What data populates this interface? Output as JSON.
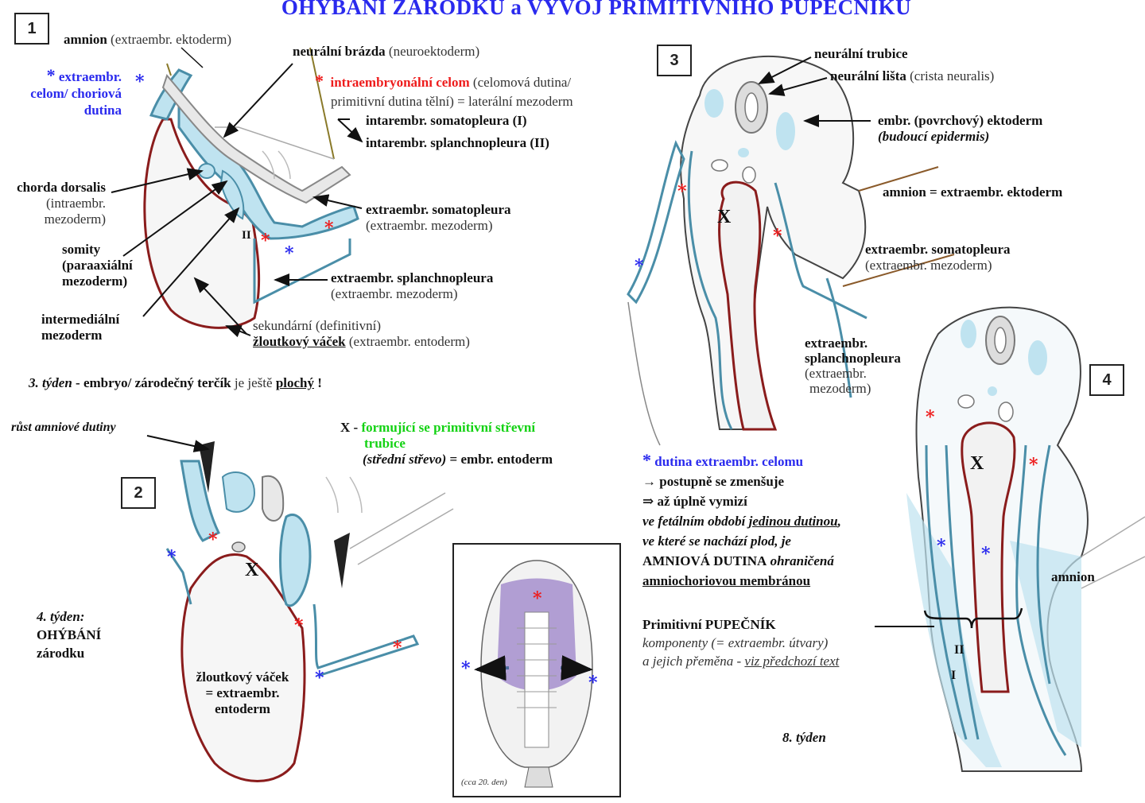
{
  "title": "OHÝBÁNÍ ZÁRODKU a VÝVOJ PRIMITIVNÍHO PUPEČNÍKU",
  "panels": {
    "p1": "1",
    "p2": "2",
    "p3": "3",
    "p4": "4"
  },
  "star": "*",
  "x_label": "X",
  "roman": {
    "one": "I",
    "two": "II"
  },
  "d1": {
    "amnion_b": "amnion",
    "amnion_n": "(extraembr. ektoderm)",
    "celom_1": "extraembr.",
    "celom_2": "celom/ choriová",
    "celom_3": "dutina",
    "neural_b": "neurální brázda",
    "neural_n": "(neuroektoderm)",
    "intra_r": "intraembryonální celom",
    "intra_n1": "(celomová dutina/",
    "intra_n2": "primitivní dutina tělní) = laterální mezoderm",
    "somato_int": "intarembr. somatopleura (I)",
    "splanch_int": "intarembr. splanchnopleura (II)",
    "chorda_b": "chorda dorsalis",
    "chorda_n1": "(intraembr.",
    "chorda_n2": "mezoderm)",
    "somity_1": "somity",
    "somity_2": "(paraaxiální",
    "somity_3": "mezoderm)",
    "inter_1": "intermediální",
    "inter_2": "mezoderm",
    "ex_somato_b": "extraembr. somatopleura",
    "ex_somato_n": "(extraembr. mezoderm)",
    "ex_splanch_b": "extraembr. splanchnopleura",
    "ex_splanch_n": "(extraembr. mezoderm)",
    "yolk_n1": "sekundární (definitivní)",
    "yolk_b": "žloutkový váček",
    "yolk_n2": "(extraembr. entoderm)",
    "week3_a": "3. týden",
    "week3_b": " - embryo/ zárodečný terčík",
    "week3_c": " je ještě ",
    "week3_d": "plochý",
    "week3_e": " !"
  },
  "d2": {
    "growth": "růst amniové dutiny",
    "x_dash": "X - ",
    "gut_1": "formující se primitivní střevní",
    "gut_2": "trubice",
    "gut_3i": "(střední střevo)",
    "gut_3b": " = embr. entoderm",
    "week4_1": "4. týden:",
    "week4_2": "OHÝBÁNÍ",
    "week4_3": "zárodku",
    "yolk_1": "žloutkový váček",
    "yolk_2": "= extraembr.",
    "yolk_3": "entoderm",
    "inset_caption": "(cca 20. den)"
  },
  "d3": {
    "tube": "neurální trubice",
    "crest_b": "neurální lišta",
    "crest_n": "(crista neuralis)",
    "ecto_1": "embr. (povrchový) ektoderm",
    "ecto_2": "(budoucí epidermis)",
    "amnion": "amnion = extraembr. ektoderm",
    "somato_b": "extraembr. somatopleura",
    "somato_n": "(extraembr. mezoderm)",
    "splanch_1": "extraembr.",
    "splanch_2": "splanchnopleura",
    "splanch_3": "(extraembr.",
    "splanch_4": "mezoderm)"
  },
  "d4": {
    "cavity": "dutina extraembr. celomu",
    "line1": "→ postupně se zmenšuje",
    "line2": "⇒ až úplně vymizí",
    "line3a": "ve fetálním období ",
    "line3b": "jedinou dutinou",
    "line3c": ",",
    "line4": "ve které se nachází plod, je",
    "line5a": "AMNIOVÁ DUTINA",
    "line5b": " ohraničená",
    "line6": "amniochoriovou membránou",
    "cord_b": "Primitivní PUPEČNÍK",
    "cord_2": "komponenty (= extraembr. útvary)",
    "cord_3a": "a jejich přeměna - ",
    "cord_3b": "viz předchozí text",
    "amnion": "amnion",
    "week8": "8. týden"
  },
  "colors": {
    "blue": "#2a2aee",
    "red": "#ee1c1c",
    "green": "#14d214",
    "celom_fill": "#bfe3f0",
    "teal_line": "#4a8ea8",
    "dark_red": "#8a1c1c",
    "brown": "#8a5a2a"
  }
}
